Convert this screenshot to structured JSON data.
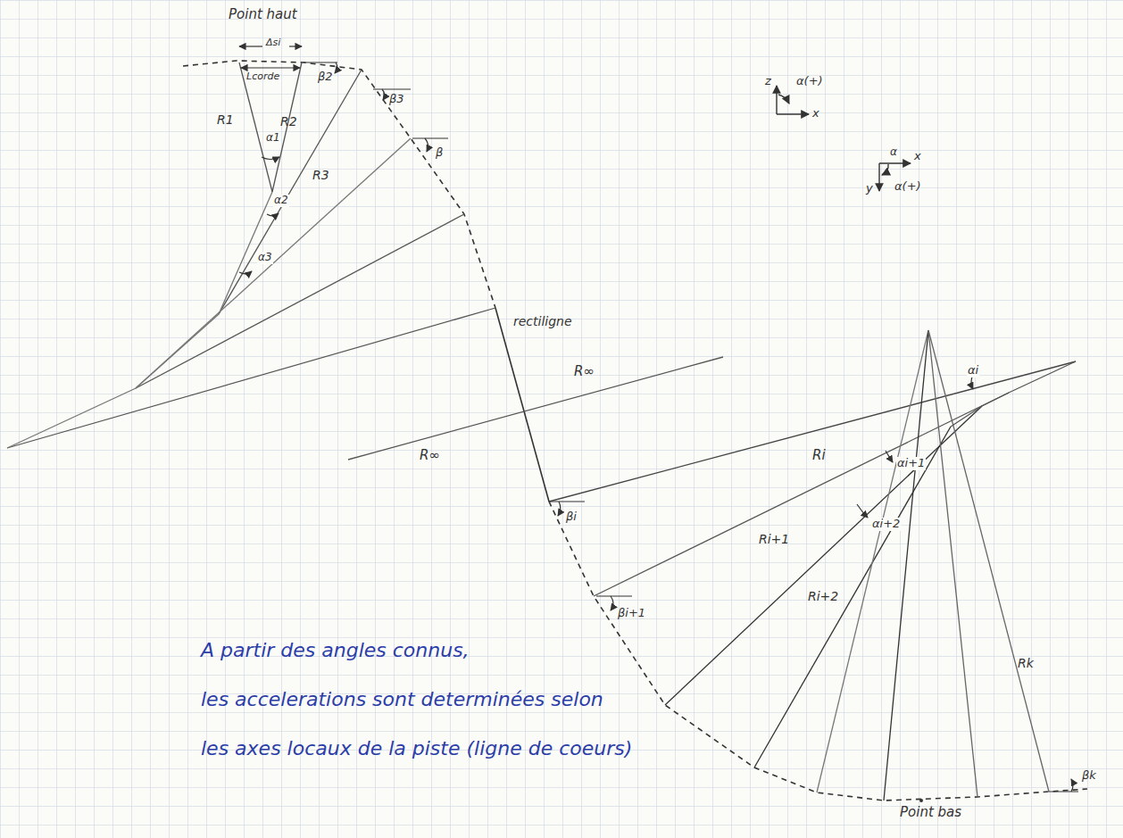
{
  "diagram": {
    "labels": [
      "Point haut",
      "Δsi",
      "Lcorde",
      "R1",
      "R2",
      "α1",
      "α2",
      "R3",
      "α3",
      "β2",
      "β3",
      "β",
      "z",
      "x",
      "α(+)",
      "x",
      "y",
      "α",
      "α(+)",
      "rectiligne",
      "R∞",
      "R∞",
      "Ri",
      "αi",
      "Ri+1",
      "αi+1",
      "αi+2",
      "Ri+2",
      "βi",
      "βi+1",
      "Rk",
      "βk",
      "Point bas",
      "A partir des angles connus,",
      "les accelerations sont determinées selon",
      "les axes locaux de la piste (ligne de coeurs)"
    ]
  }
}
